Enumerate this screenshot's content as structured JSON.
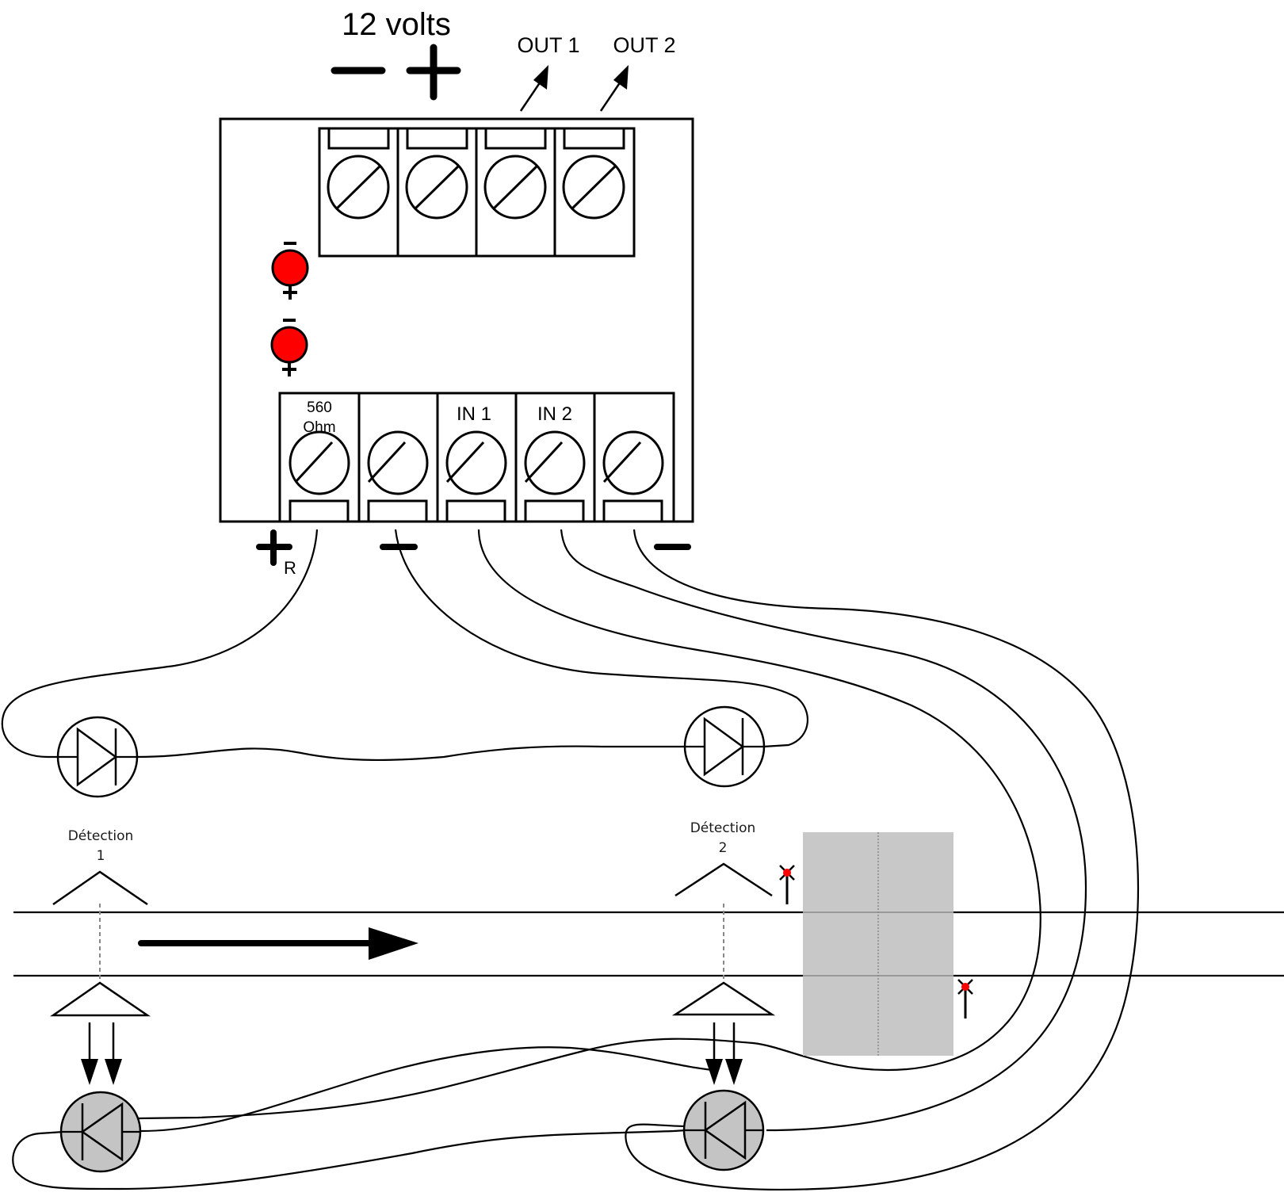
{
  "supply": {
    "label": "12 volts",
    "minus_symbol": "−",
    "plus_symbol": "+"
  },
  "outputs": [
    {
      "label": "OUT 1"
    },
    {
      "label": "OUT 2"
    }
  ],
  "bottom_terminals": [
    {
      "label_line1": "560",
      "label_line2": "Ohm",
      "polarity": "+",
      "polarity_sub": "R"
    },
    {
      "label_line1": "",
      "label_line2": "",
      "polarity": "−",
      "polarity_sub": ""
    },
    {
      "label_line1": "IN 1",
      "label_line2": "",
      "polarity": "",
      "polarity_sub": ""
    },
    {
      "label_line1": "IN 2",
      "label_line2": "",
      "polarity": "",
      "polarity_sub": ""
    },
    {
      "label_line1": "",
      "label_line2": "",
      "polarity": "−",
      "polarity_sub": ""
    }
  ],
  "leds": [
    {
      "name": "indicator-led-1",
      "color": "#ff0000",
      "top_sign": "−",
      "bottom_sign": "+"
    },
    {
      "name": "indicator-led-2",
      "color": "#ff0000",
      "top_sign": "−",
      "bottom_sign": "+"
    }
  ],
  "detections": [
    {
      "title": "Détection",
      "number": "1"
    },
    {
      "title": "Détection",
      "number": "2"
    }
  ],
  "colors": {
    "line": "#000000",
    "led_red": "#ff0000",
    "receiver_fill": "#c4c4c4",
    "zone_fill": "#c8c8c8",
    "dashed": "#888888"
  },
  "direction": "left-to-right"
}
